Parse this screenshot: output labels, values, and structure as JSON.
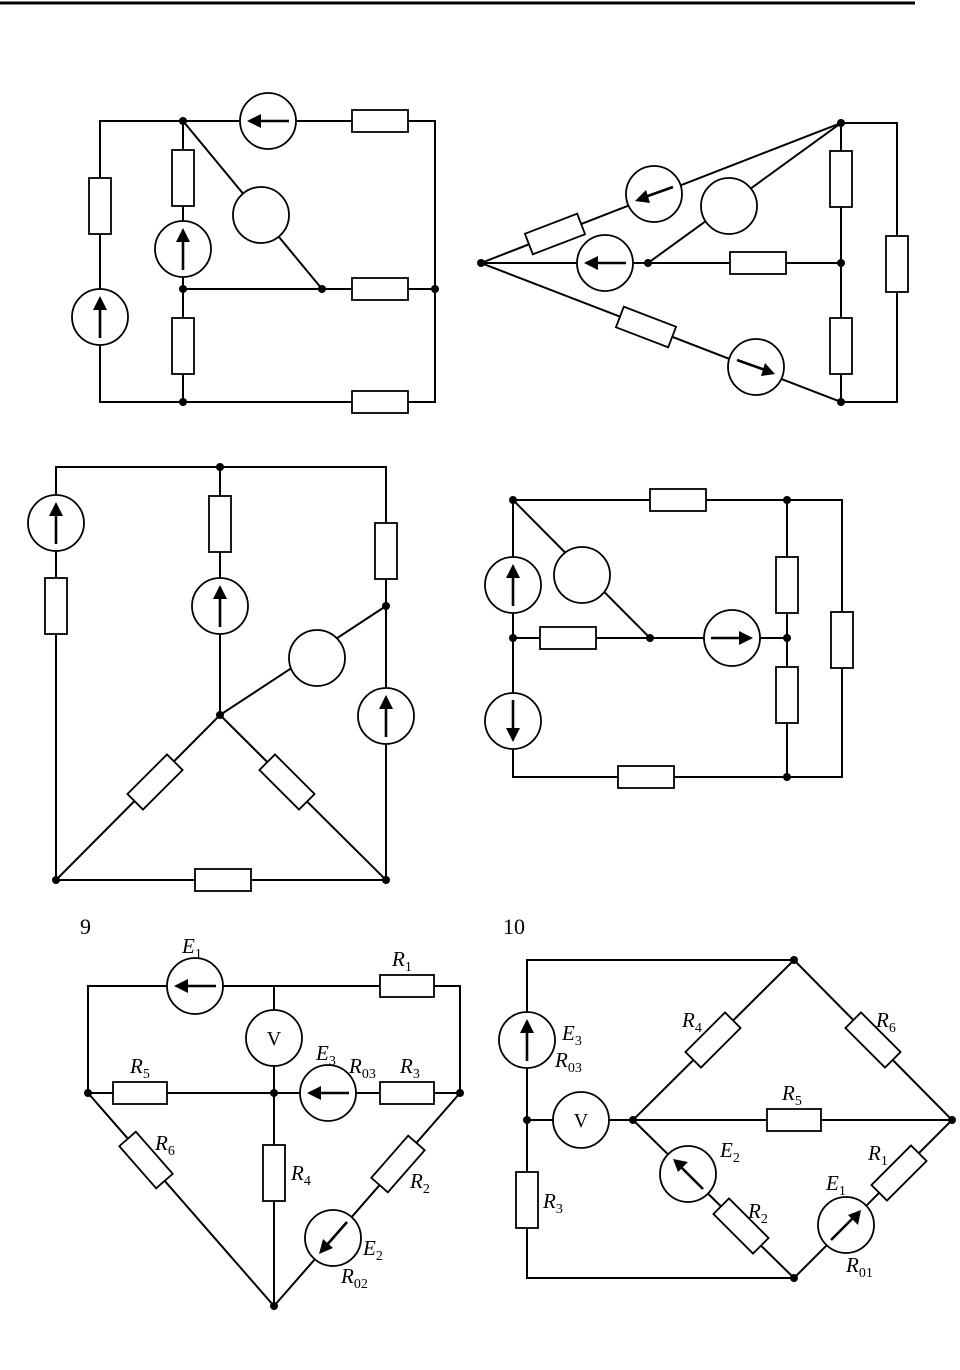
{
  "figure9": {
    "number": "9",
    "E1": {
      "letter": "E",
      "sub": "1"
    },
    "E2": {
      "letter": "E",
      "sub": "2"
    },
    "E3": {
      "letter": "E",
      "sub": "3"
    },
    "R1": {
      "letter": "R",
      "sub": "1"
    },
    "R2": {
      "letter": "R",
      "sub": "2"
    },
    "R3": {
      "letter": "R",
      "sub": "3"
    },
    "R4": {
      "letter": "R",
      "sub": "4"
    },
    "R5": {
      "letter": "R",
      "sub": "5"
    },
    "R6": {
      "letter": "R",
      "sub": "6"
    },
    "R02": {
      "letter": "R",
      "sub": "02"
    },
    "R03": {
      "letter": "R",
      "sub": "03"
    },
    "voltmeter": "V"
  },
  "figure10": {
    "number": "10",
    "E1": {
      "letter": "E",
      "sub": "1"
    },
    "E2": {
      "letter": "E",
      "sub": "2"
    },
    "E3": {
      "letter": "E",
      "sub": "3"
    },
    "R1": {
      "letter": "R",
      "sub": "1"
    },
    "R2": {
      "letter": "R",
      "sub": "2"
    },
    "R3": {
      "letter": "R",
      "sub": "3"
    },
    "R4": {
      "letter": "R",
      "sub": "4"
    },
    "R5": {
      "letter": "R",
      "sub": "5"
    },
    "R6": {
      "letter": "R",
      "sub": "6"
    },
    "R01": {
      "letter": "R",
      "sub": "01"
    },
    "R03": {
      "letter": "R",
      "sub": "03"
    },
    "voltmeter": "V"
  }
}
